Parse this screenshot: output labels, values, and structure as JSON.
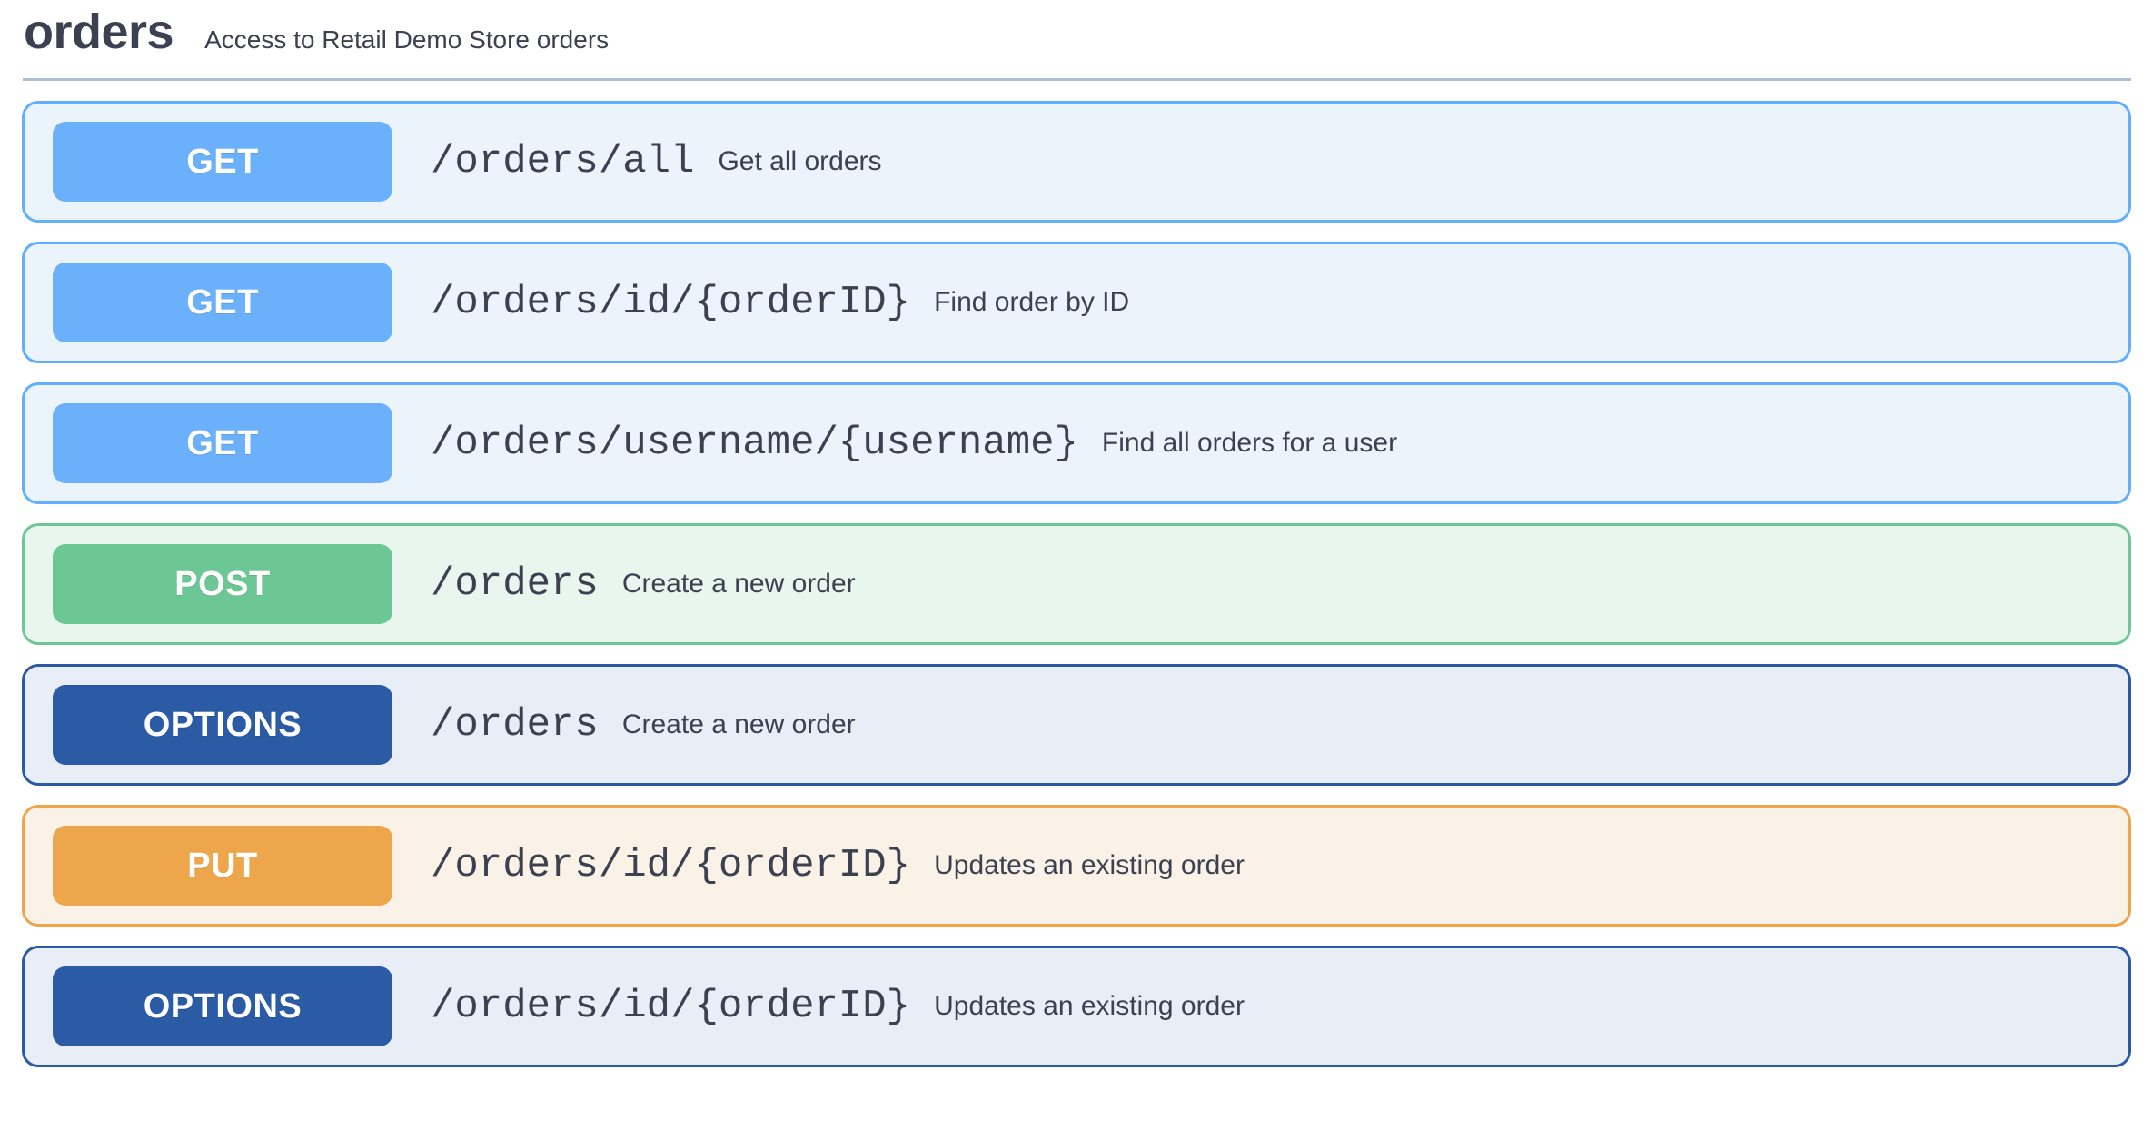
{
  "tag": {
    "name": "orders",
    "description": "Access to Retail Demo Store orders"
  },
  "colors": {
    "get": "#61affe",
    "get_badge": "#6bb0fa",
    "get_bg": "#ebf3fb",
    "post": "#6cc795",
    "post_bg": "#e9f6ee",
    "options": "#2a5ba4",
    "options_bg": "#e9eef6",
    "put": "#eda64c",
    "put_bg": "#faf2e7",
    "text": "#3b4151",
    "divider": "#aebfd4"
  },
  "operations": [
    {
      "method": "GET",
      "method_key": "get",
      "path": "/orders/all",
      "summary": "Get all orders"
    },
    {
      "method": "GET",
      "method_key": "get",
      "path": "/orders/id/{orderID}",
      "summary": "Find order by ID"
    },
    {
      "method": "GET",
      "method_key": "get",
      "path": "/orders/username/{username}",
      "summary": "Find all orders for a user"
    },
    {
      "method": "POST",
      "method_key": "post",
      "path": "/orders",
      "summary": "Create a new order"
    },
    {
      "method": "OPTIONS",
      "method_key": "options",
      "path": "/orders",
      "summary": "Create a new order"
    },
    {
      "method": "PUT",
      "method_key": "put",
      "path": "/orders/id/{orderID}",
      "summary": "Updates an existing order"
    },
    {
      "method": "OPTIONS",
      "method_key": "options",
      "path": "/orders/id/{orderID}",
      "summary": "Updates an existing order"
    }
  ]
}
